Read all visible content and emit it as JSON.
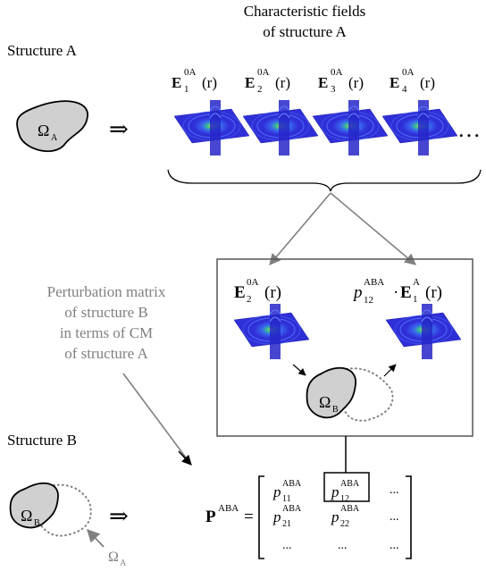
{
  "header": {
    "line1": "Characteristic fields",
    "line2": "of structure A"
  },
  "structure_a": {
    "label": "Structure A",
    "omega": "Ω",
    "omega_sub": "A"
  },
  "structure_b": {
    "label": "Structure B",
    "omega": "Ω",
    "omega_sub": "B",
    "outline_omega": "Ω",
    "outline_sub": "A"
  },
  "implies": "⇒",
  "ellipsis": "…",
  "fields": [
    {
      "sym": "E",
      "sub": "1",
      "sup": "0A",
      "arg": "(r)"
    },
    {
      "sym": "E",
      "sub": "2",
      "sup": "0A",
      "arg": "(r)"
    },
    {
      "sym": "E",
      "sub": "3",
      "sup": "0A",
      "arg": "(r)"
    },
    {
      "sym": "E",
      "sub": "4",
      "sup": "0A",
      "arg": "(r)"
    }
  ],
  "perturbation_label": {
    "line1": "Perturbation matrix",
    "line2": "of structure B",
    "line3": "in terms of CM",
    "line4": "of structure A"
  },
  "box": {
    "left_field": {
      "sym": "E",
      "sub": "2",
      "sup": "0A",
      "arg": "(r)"
    },
    "right_coef": {
      "sym": "p",
      "sub": "12",
      "sup": "ABA"
    },
    "dot": "·",
    "right_field": {
      "sym": "E",
      "sub": "1",
      "sup": "A",
      "arg": "(r)"
    }
  },
  "matrix": {
    "name": "P",
    "name_sup": "ABA",
    "equals": "=",
    "rows": [
      [
        {
          "sym": "p",
          "sub": "11",
          "sup": "ABA"
        },
        {
          "sym": "p",
          "sub": "12",
          "sup": "ABA"
        },
        {
          "sym": "...",
          "sub": "",
          "sup": ""
        }
      ],
      [
        {
          "sym": "p",
          "sub": "21",
          "sup": "ABA"
        },
        {
          "sym": "p",
          "sub": "22",
          "sup": "ABA"
        },
        {
          "sym": "...",
          "sub": "",
          "sup": ""
        }
      ],
      [
        {
          "sym": "...",
          "sub": "",
          "sup": ""
        },
        {
          "sym": "...",
          "sub": "",
          "sup": ""
        },
        {
          "sym": "...",
          "sub": "",
          "sup": ""
        }
      ]
    ]
  },
  "colors": {
    "field_plane": "#2f2fd8",
    "field_plane_dark": "#1a1aa8",
    "blob_fill": "#d0d0d0",
    "arrow_gray": "#808080",
    "text_gray": "#808080"
  }
}
